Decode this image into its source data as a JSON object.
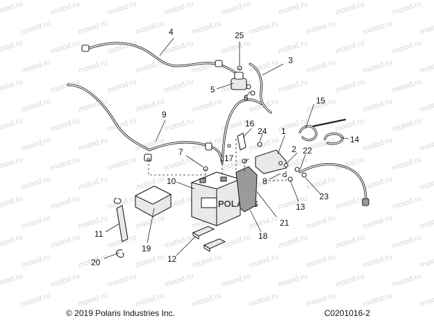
{
  "watermark": "motod.ru",
  "footer": {
    "copyright": "© 2019 Polaris Industries Inc.",
    "figure_code": "C0201016-2"
  },
  "battery_logo": "POLARIS",
  "callouts": [
    {
      "id": "c1",
      "text": "1"
    },
    {
      "id": "c2",
      "text": "2"
    },
    {
      "id": "c3",
      "text": "3"
    },
    {
      "id": "c4",
      "text": "4"
    },
    {
      "id": "c5",
      "text": "5"
    },
    {
      "id": "c6",
      "text": "6"
    },
    {
      "id": "c7",
      "text": "7"
    },
    {
      "id": "c8",
      "text": "8"
    },
    {
      "id": "c9",
      "text": "9"
    },
    {
      "id": "c10",
      "text": "10"
    },
    {
      "id": "c11",
      "text": "11"
    },
    {
      "id": "c12",
      "text": "12"
    },
    {
      "id": "c13",
      "text": "13"
    },
    {
      "id": "c14",
      "text": "14"
    },
    {
      "id": "c15",
      "text": "15"
    },
    {
      "id": "c16",
      "text": "16"
    },
    {
      "id": "c17",
      "text": "17"
    },
    {
      "id": "c18",
      "text": "18"
    },
    {
      "id": "c19",
      "text": "19"
    },
    {
      "id": "c20",
      "text": "20"
    },
    {
      "id": "c21",
      "text": "21"
    },
    {
      "id": "c22",
      "text": "22"
    },
    {
      "id": "c23",
      "text": "23"
    },
    {
      "id": "c24",
      "text": "24"
    },
    {
      "id": "c25",
      "text": "25"
    }
  ]
}
